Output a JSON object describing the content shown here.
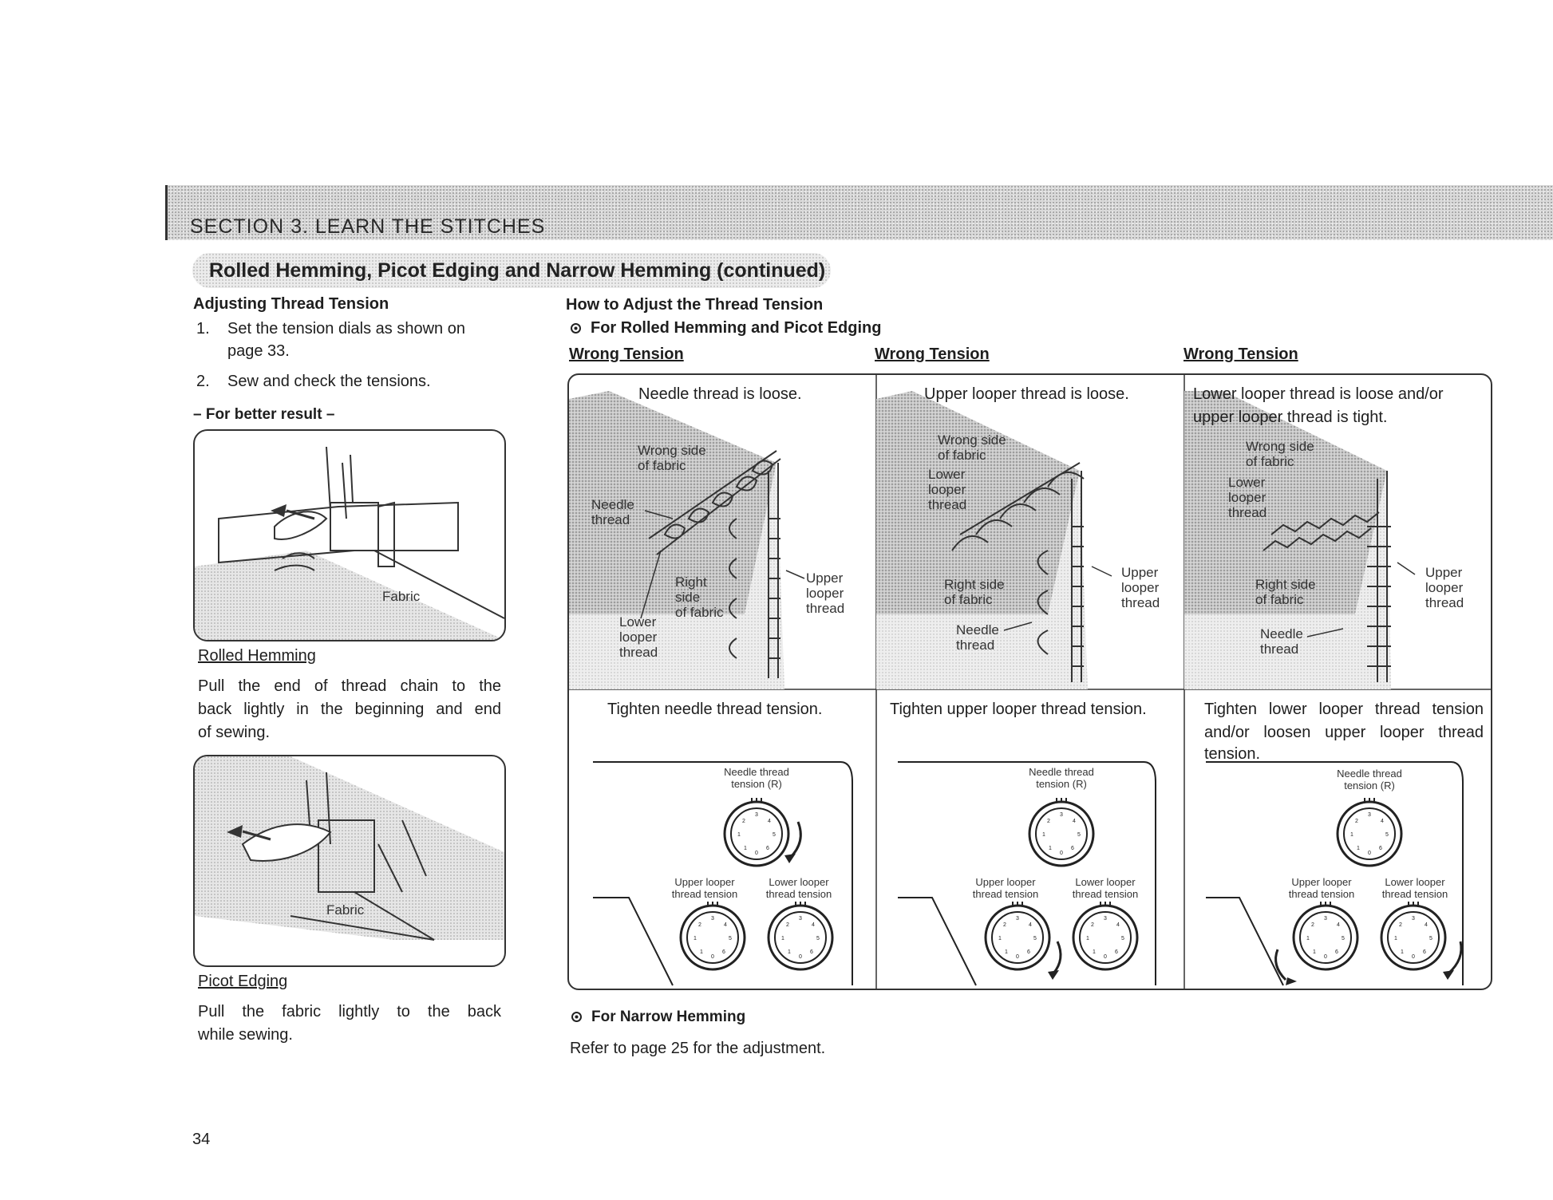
{
  "section": {
    "title": "SECTION 3.  LEARN THE STITCHES"
  },
  "subhead": {
    "title": "Rolled Hemming, Picot Edging and Narrow Hemming (continued)"
  },
  "left": {
    "heading": "Adjusting Thread Tension",
    "steps": [
      {
        "num": "1.",
        "text_line1": "Set the tension dials as shown on",
        "text_line2": "page 33."
      },
      {
        "num": "2.",
        "text_line1": "Sew and check the tensions."
      }
    ],
    "better_result": "– For better result –",
    "photo1_label": "Fabric",
    "rolled_title": "Rolled Hemming",
    "rolled_text": [
      "Pull the end of thread chain to the",
      "back lightly in the beginning and end",
      "of sewing."
    ],
    "photo2_label": "Fabric",
    "picot_title": "Picot Edging",
    "picot_text": [
      "Pull the fabric lightly to the back",
      "while sewing."
    ]
  },
  "right": {
    "heading": "How to Adjust the Thread Tension",
    "sub_rolled": "For Rolled Hemming and Picot Edging",
    "sub_narrow": "For Narrow Hemming",
    "narrow_text": "Refer to page 25 for the adjustment."
  },
  "panels": [
    {
      "wrong": "Wrong Tension",
      "problem": [
        "Needle thread is loose."
      ],
      "labels": {
        "wrong_side": "Wrong side\nof fabric",
        "needle": "Needle\nthread",
        "right_side": "Right\nside\nof fabric",
        "upper": "Upper\nlooper\nthread",
        "lower": "Lower\nlooper\nthread"
      },
      "fix": [
        "Tighten needle thread tension."
      ]
    },
    {
      "wrong": "Wrong Tension",
      "problem": [
        "Upper looper thread is loose."
      ],
      "labels": {
        "wrong_side": "Wrong side\nof fabric",
        "lower": "Lower\nlooper\nthread",
        "right_side": "Right side\nof fabric",
        "upper": "Upper\nlooper\nthread",
        "needle": "Needle\nthread"
      },
      "fix": [
        "Tighten upper looper thread tension."
      ]
    },
    {
      "wrong": "Wrong Tension",
      "problem": [
        "Lower looper thread is loose and/or",
        "upper looper thread is tight."
      ],
      "labels": {
        "wrong_side": "Wrong side\nof fabric",
        "lower": "Lower\nlooper\nthread",
        "right_side": "Right side\nof fabric",
        "upper": "Upper\nlooper\nthread",
        "needle": "Needle\nthread"
      },
      "fix": [
        "Tighten lower looper thread tension",
        "and/or loosen upper looper thread",
        "tension."
      ]
    }
  ],
  "dials": {
    "needle": "Needle thread\ntension (R)",
    "upper": "Upper looper\nthread tension",
    "lower": "Lower looper\nthread tension"
  },
  "page_number": "34"
}
